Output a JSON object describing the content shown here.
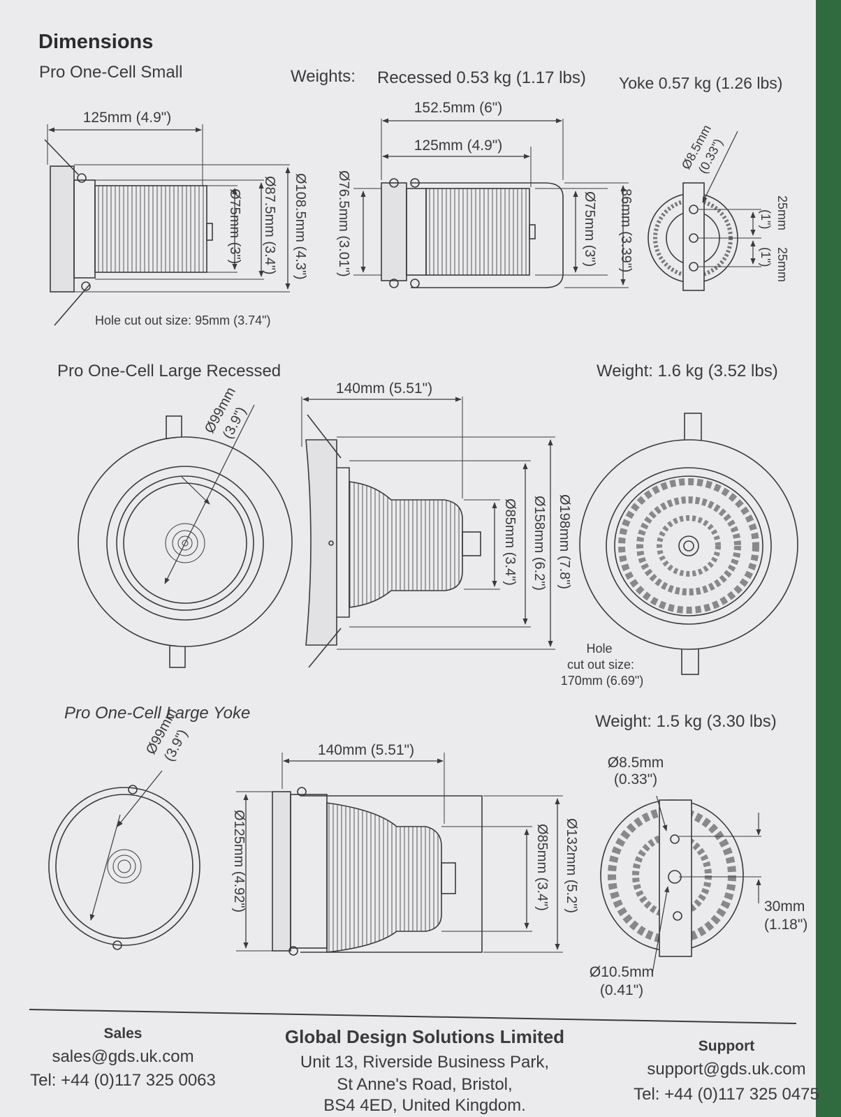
{
  "header": {
    "title": "Dimensions"
  },
  "small": {
    "title": "Pro One-Cell Small",
    "weights_label": "Weights:",
    "weight_recessed": "Recessed 0.53 kg (1.17 lbs)",
    "weight_yoke": "Yoke 0.57 kg (1.26 lbs)",
    "side_width": "125mm (4.9\")",
    "d108": "Ø108.5mm (4.3\")",
    "d87": "Ø87.5mm (3.4\")",
    "d75a": "Ø75mm (3\")",
    "hole": "Hole cut out size: 95mm (3.74\")",
    "yoke_outer": "152.5mm (6\")",
    "yoke_inner": "125mm (4.9\")",
    "d76": "Ø76.5mm (3.01\")",
    "d75b": "Ø75mm (3\")",
    "h86": "86mm (3.39\")",
    "d85": "Ø8.5mm",
    "d85_in": "(0.33\")",
    "sp1": "25mm",
    "sp1_in": "(1\")",
    "sp2": "25mm",
    "sp2_in": "(1\")"
  },
  "large_recessed": {
    "title": "Pro One-Cell Large Recessed",
    "weight": "Weight: 1.6 kg (3.52 lbs)",
    "d99": "Ø99mm",
    "d99_in": "(3.9\")",
    "width": "140mm (5.51\")",
    "d85": "Ø85mm (3.4\")",
    "d158": "Ø158mm (6.2\")",
    "d198": "Ø198mm (7.8\")",
    "hole_1": "Hole",
    "hole_2": "cut out size:",
    "hole_3": "170mm (6.69\")"
  },
  "large_yoke": {
    "title": "Pro One-Cell Large Yoke",
    "weight": "Weight: 1.5 kg (3.30 lbs)",
    "d99": "Ø99mm",
    "d99_in": "(3.9\")",
    "width": "140mm (5.51\")",
    "d125": "Ø125mm (4.92\")",
    "d85": "Ø85mm (3.4\")",
    "d132": "Ø132mm (5.2\")",
    "d8": "Ø8.5mm",
    "d8_in": "(0.33\")",
    "sp30": "30mm",
    "sp30_in": "(1.18\")",
    "d10": "Ø10.5mm",
    "d10_in": "(0.41\")"
  },
  "footer": {
    "sales_title": "Sales",
    "sales_email": "sales@gds.uk.com",
    "sales_tel": "Tel: +44 (0)117 325 0063",
    "company": "Global Design Solutions Limited",
    "addr1": "Unit 13, Riverside Business Park,",
    "addr2": "St Anne's Road, Bristol,",
    "addr3": "BS4 4ED, United Kingdom.",
    "support_title": "Support",
    "support_email": "support@gds.uk.com",
    "support_tel": "Tel: +44 (0)117 325 0475"
  }
}
